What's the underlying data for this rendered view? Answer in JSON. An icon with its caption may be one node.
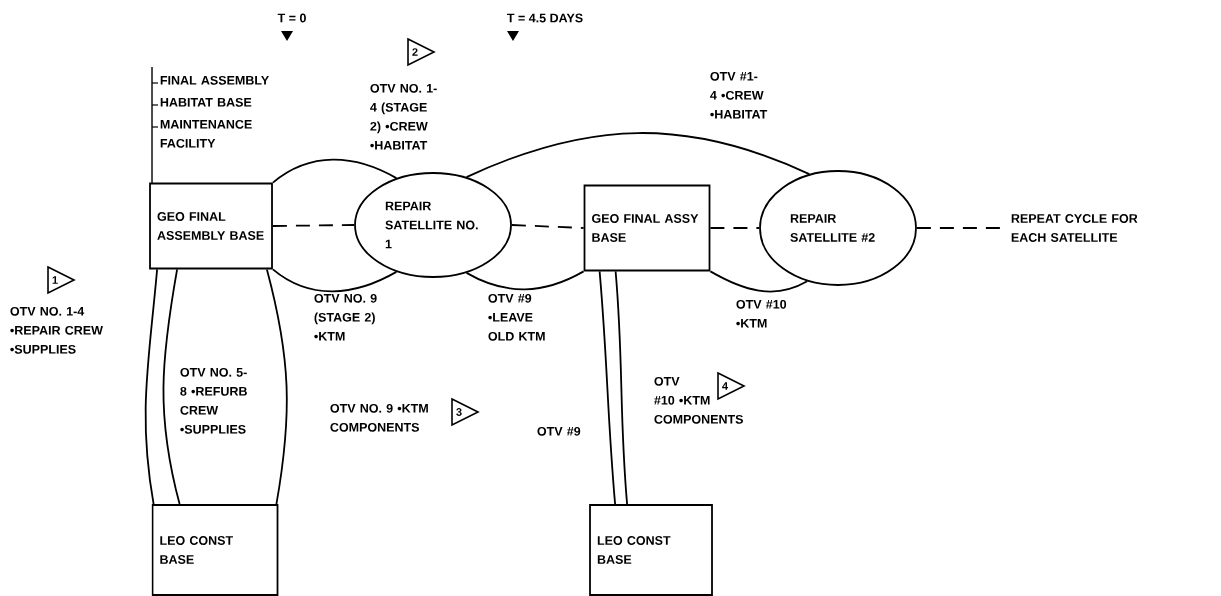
{
  "diagram": {
    "nodes": [
      {
        "text": [
          "GEO FINAL ASSEMBLY BASE"
        ],
        "beside": [
          "FINAL ASSEMBLY",
          "HABITAT BASE",
          "MAINTENANCE FACILITY"
        ]
      },
      {
        "text": [
          "REPAIR SATELLITE NO. 1"
        ]
      },
      {
        "text": [
          "GEO FINAL ASSY BASE"
        ]
      },
      {
        "text": [
          "REPAIR SATELLITE #2"
        ]
      },
      {
        "text": [
          "LEO CONST BASE"
        ]
      },
      {
        "text": [
          "LEO CONST BASE"
        ]
      },
      {
        "text": [
          "REPEAT CYCLE FOR EACH SATELLITE"
        ]
      }
    ],
    "edges": [
      {
        "from": 0,
        "to": 1,
        "arrow": "none",
        "style": "dashed"
      },
      {
        "from": 1,
        "to": 2,
        "arrow": "none",
        "style": "dashed"
      },
      {
        "from": 2,
        "to": 3,
        "arrow": "none",
        "style": "dashed"
      },
      {
        "from": 3,
        "to": 6,
        "arrow": "none",
        "style": "dashed"
      },
      {
        "from": 0,
        "to": 1,
        "arrow": "none",
        "label": "OTV NO. 1-4 (STAGE 2) •CREW •HABITAT"
      },
      {
        "from": 0,
        "to": 1,
        "arrow": "none",
        "label": "OTV NO. 9 (STAGE 2) •KTM"
      },
      {
        "from": 1,
        "to": 3,
        "arrow": "none",
        "label": "OTV #1-4 •CREW •HABITAT"
      },
      {
        "from": 1,
        "to": 2,
        "arrow": "none",
        "label": "OTV #9 •LEAVE OLD KTM"
      },
      {
        "from": 2,
        "to": 3,
        "arrow": "none",
        "label": "OTV #10 •KTM"
      },
      {
        "from": 4,
        "to": 0,
        "arrow": "none",
        "label": "OTV NO. 1-4 •REPAIR CREW •SUPPLIES"
      },
      {
        "from": 4,
        "to": 0,
        "arrow": "none",
        "label": "OTV NO. 5-8 •REFURB CREW •SUPPLIES"
      },
      {
        "from": 4,
        "to": 0,
        "arrow": "none",
        "label": "OTV NO. 9 •KTM COMPONENTS"
      },
      {
        "from": 5,
        "to": 2,
        "arrow": "none",
        "label": "OTV #9"
      },
      {
        "from": 5,
        "to": 2,
        "arrow": "none",
        "label": "OTV #10 •KTM COMPONENTS"
      }
    ],
    "labels": [
      "T = 0",
      "T = 4.5 DAYS",
      "2",
      "1",
      "3",
      "4"
    ]
  }
}
